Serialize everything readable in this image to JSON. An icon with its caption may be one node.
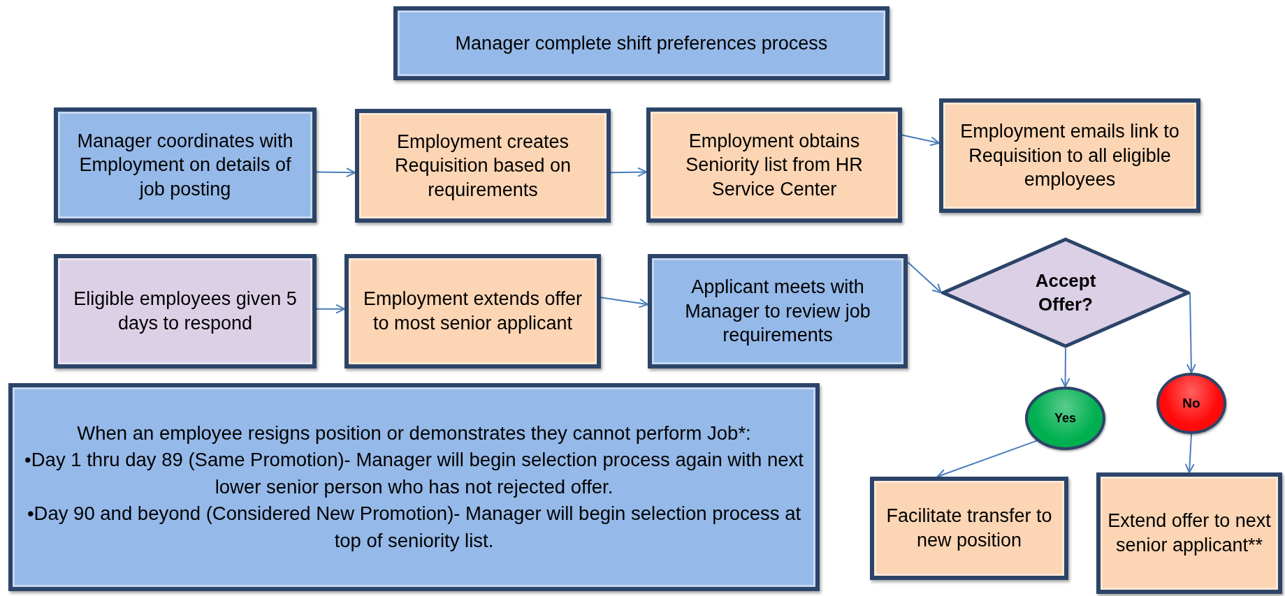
{
  "diagram": {
    "nodes": [
      {
        "text": [
          "Manager complete shift preferences process"
        ]
      },
      {
        "text": [
          "Manager coordinates with Employment on details of job posting"
        ]
      },
      {
        "text": [
          "Employment creates Requisition based on requirements"
        ]
      },
      {
        "text": [
          "Employment obtains Seniority list from HR Service Center"
        ]
      },
      {
        "text": [
          "Employment emails link to Requisition to all eligible employees"
        ]
      },
      {
        "text": [
          "Eligible employees given 5 days to respond"
        ]
      },
      {
        "text": [
          "Employment extends offer to most senior applicant"
        ]
      },
      {
        "text": [
          "Applicant meets with Manager to review job requirements"
        ]
      },
      {
        "text": [
          "Accept Offer?"
        ]
      },
      {
        "text": [
          "Yes"
        ]
      },
      {
        "text": [
          "No"
        ]
      },
      {
        "text": [
          "Facilitate transfer to new position"
        ]
      },
      {
        "text": [
          "Extend offer to next senior applicant**"
        ]
      },
      {
        "text": [
          "When an employee resigns position or demonstrates they cannot perform Job*:",
          "•Day 1 thru day 89 (Same Promotion)- Manager will begin selection process again with next lower senior person who has not rejected offer.",
          "•Day 90 and beyond (Considered New Promotion)- Manager will begin selection process at top of seniority list."
        ]
      }
    ],
    "edges": [
      {
        "from": 1,
        "to": 2,
        "arrow": "to"
      },
      {
        "from": 2,
        "to": 3,
        "arrow": "to"
      },
      {
        "from": 3,
        "to": 4,
        "arrow": "to"
      },
      {
        "from": 5,
        "to": 6,
        "arrow": "to"
      },
      {
        "from": 6,
        "to": 7,
        "arrow": "to"
      },
      {
        "from": 7,
        "to": 8,
        "arrow": "to"
      },
      {
        "from": 8,
        "to": 9,
        "arrow": "to"
      },
      {
        "from": 8,
        "to": 10,
        "arrow": "to"
      },
      {
        "from": 9,
        "to": 11,
        "arrow": "to"
      },
      {
        "from": 10,
        "to": 12,
        "arrow": "to"
      }
    ]
  }
}
